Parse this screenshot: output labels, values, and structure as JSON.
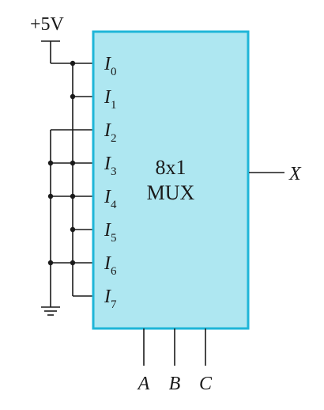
{
  "supply": {
    "label": "+5V"
  },
  "mux": {
    "title": "8x1",
    "subtitle": "MUX",
    "fill": "#aee7f1",
    "border": "#1fb6d8"
  },
  "inputs": [
    {
      "letter": "I",
      "index": "0",
      "source": "+5V"
    },
    {
      "letter": "I",
      "index": "1",
      "source": "+5V"
    },
    {
      "letter": "I",
      "index": "2",
      "source": "GND"
    },
    {
      "letter": "I",
      "index": "3",
      "source": "GND"
    },
    {
      "letter": "I",
      "index": "4",
      "source": "GND"
    },
    {
      "letter": "I",
      "index": "5",
      "source": "+5V"
    },
    {
      "letter": "I",
      "index": "6",
      "source": "GND"
    },
    {
      "letter": "I",
      "index": "7",
      "source": "+5V"
    }
  ],
  "output": {
    "label": "X"
  },
  "selects": [
    {
      "label": "A"
    },
    {
      "label": "B"
    },
    {
      "label": "C"
    }
  ]
}
